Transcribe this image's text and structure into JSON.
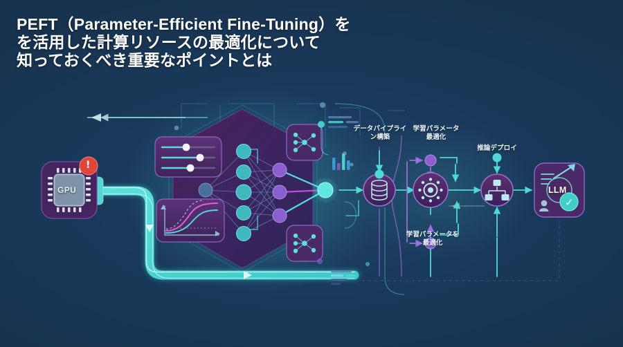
{
  "page": {
    "background_color": "#1a3a5c",
    "accent_teal": "#4fd9d4",
    "accent_purple": "#8b5fd0",
    "accent_magenta": "#c44fe0",
    "alert_red": "#e0453a",
    "card_purple": "#4a2a63"
  },
  "title": {
    "lines": [
      "PEFT（Parameter-Efficient Fine-Tuning）を",
      "を活用した計算リソースの最適化について",
      "知っておくべき重要なポイントとは"
    ]
  },
  "diagram": {
    "gpu_node": {
      "label": "GPU",
      "alert_icon": "!",
      "name": "gpu-chip"
    },
    "llm_node": {
      "label": "LLM",
      "check_icon": "✓",
      "name": "llm-card"
    },
    "pipeline_labels": [
      {
        "id": "data-pipeline",
        "lines": [
          "データパイプライ",
          "ン構築"
        ]
      },
      {
        "id": "param-optimize-top",
        "lines": [
          "学習パラメータ",
          "最適化"
        ]
      },
      {
        "id": "inference-deploy",
        "lines": [
          "推論デプロイ"
        ]
      },
      {
        "id": "param-optimize-bottom",
        "lines": [
          "学習パラメータを",
          "最適化"
        ]
      }
    ],
    "nodes": [
      {
        "id": "database-node",
        "icon": "database-icon"
      },
      {
        "id": "tuning-node",
        "icon": "gear-icon"
      },
      {
        "id": "deploy-node",
        "icon": "hierarchy-icon"
      }
    ],
    "cards": [
      {
        "id": "sliders-card",
        "icon": "sliders-icon"
      },
      {
        "id": "curve-chart-card",
        "icon": "line-chart-icon"
      },
      {
        "id": "network-card-top",
        "icon": "neural-network-icon"
      },
      {
        "id": "network-card-bottom",
        "icon": "neural-network-icon"
      },
      {
        "id": "bar-chart-fragment",
        "icon": "bar-chart-icon"
      }
    ]
  }
}
